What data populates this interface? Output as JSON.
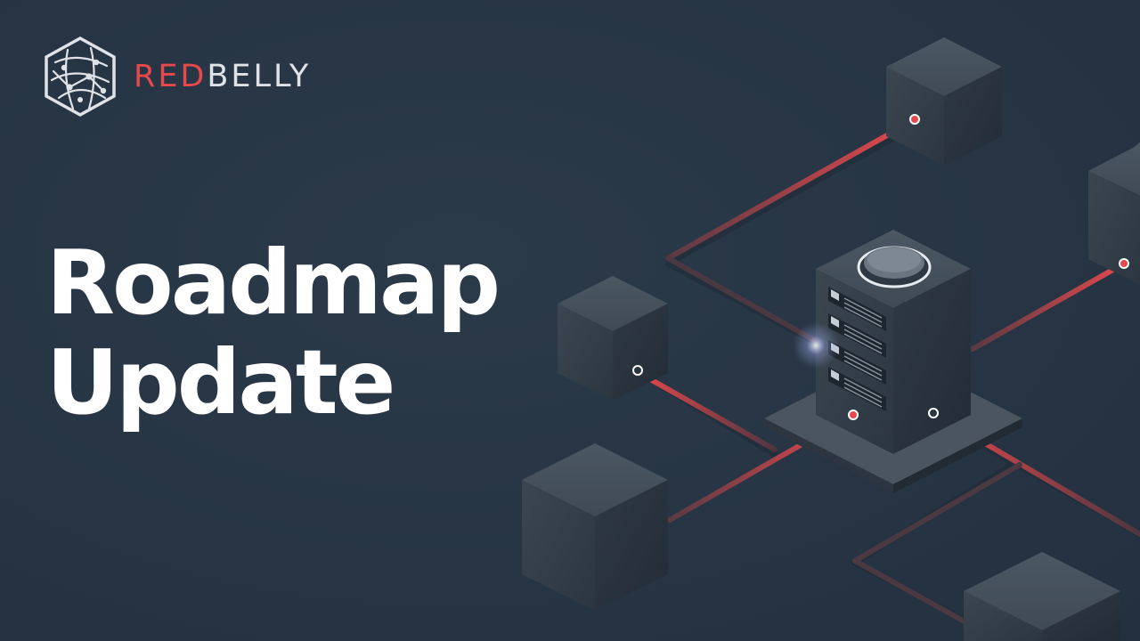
{
  "brand": {
    "name_part1": "RED",
    "name_part2": "BELLY",
    "logo_icon": "hexagon-network-logo"
  },
  "headline": {
    "line1": "Roadmap",
    "line2": "Update"
  },
  "colors": {
    "background": "#283746",
    "brand_red": "#e5484d",
    "brand_light": "#dfe3e8",
    "headline": "#ffffff",
    "cable": "#e5484d",
    "block": "#3a4652"
  },
  "illustration": {
    "icon": "server-network-illustration"
  }
}
